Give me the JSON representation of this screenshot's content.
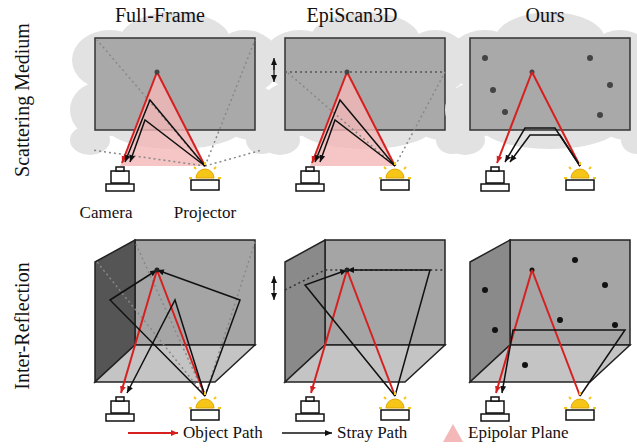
{
  "diagram": {
    "labels": [
      "Full-Frame",
      "EpiScan3D",
      "Ours",
      "Scattering Medium",
      "Inter-Reflection",
      "Camera",
      "Projector"
    ],
    "legend": [
      {
        "text": "Object Path"
      },
      {
        "text": "Stray Path"
      },
      {
        "text": "Epipolar Plane",
        "color": "#f4b8b8"
      }
    ]
  }
}
